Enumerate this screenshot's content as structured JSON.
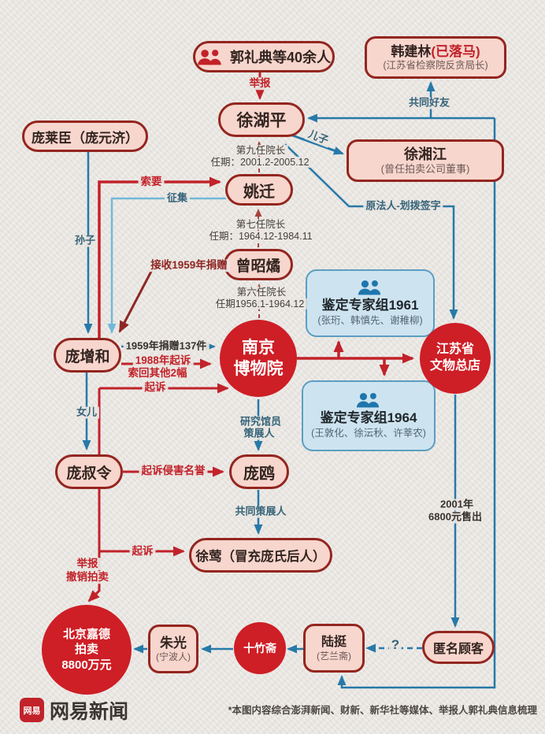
{
  "nodes": {
    "guolidian": {
      "label": "郭礼典等40余人"
    },
    "hanjianlin": {
      "name": "韩建林",
      "status": "(已落马)",
      "subtitle": "(江苏省检察院反贪局长)"
    },
    "panglaichen": {
      "label": "庞莱臣（庞元济）"
    },
    "xuhuping": {
      "label": "徐湖平"
    },
    "xuxiangjiang": {
      "name": "徐湘江",
      "subtitle": "(曾任拍卖公司董事)"
    },
    "yaoqian": {
      "label": "姚迁"
    },
    "zengzhaoyu": {
      "label": "曾昭燏"
    },
    "expert1961": {
      "title": "鉴定专家组1961",
      "members": "(张珩、韩慎先、谢稚柳)"
    },
    "expert1964": {
      "title": "鉴定专家组1964",
      "members": "(王敦化、徐沄秋、许莘农)"
    },
    "museum": {
      "line1": "南京",
      "line2": "博物院"
    },
    "store": {
      "line1": "江苏省",
      "line2": "文物总店"
    },
    "pangzenghe": {
      "label": "庞增和"
    },
    "pangshuling": {
      "label": "庞叔令"
    },
    "pangou": {
      "label": "庞鸥"
    },
    "xuying": {
      "label": "徐莺（冒充庞氏后人）"
    },
    "jiade": {
      "line1": "北京嘉德",
      "line2": "拍卖",
      "line3": "8800万元"
    },
    "zhuguang": {
      "name": "朱光",
      "subtitle": "(宁波人)"
    },
    "shizhuzhai": {
      "label": "十竹斋"
    },
    "luting": {
      "name": "陆挺",
      "subtitle": "(艺兰斋)"
    },
    "anonymous": {
      "label": "匿名顾客"
    }
  },
  "labels": {
    "jubao_top": "举报",
    "gongtonghaoyou": "共同好友",
    "erzi": "儿子",
    "dean9_title": "第九任院长",
    "dean9_term": "任期：2001.2-2005.12",
    "suoyao": "索要",
    "zhengji": "征集",
    "yuanfaren": "原法人-划拨签字",
    "dean7_title": "第七任院长",
    "dean7_term": "任期：1964.12-1984.11",
    "jieshou": "接收1959年捐赠",
    "dean6_title": "第六任院长",
    "dean6_term": "任期1956.1-1964.12",
    "sunzi": "孙子",
    "juanzeng137": "1959年捐赠137件",
    "qisu1988": "1988年起诉",
    "suohui": "索回其他2幅",
    "qisu_museum": "起诉",
    "nver": "女儿",
    "qisu_qinhai": "起诉侵害名誉",
    "yanjiu": "研究馆员",
    "cezhanren": "策展人",
    "gongtong_cezhan": "共同策展人",
    "qisu_xuying": "起诉",
    "jubao_bottom": "举报",
    "chexiao": "撤销拍卖",
    "sale_year": "2001年",
    "sale_price": "6800元售出",
    "question": "?"
  },
  "footer": {
    "logo_text": "网易",
    "brand": "网易新闻",
    "note": "*本图内容综合澎湃新闻、财新、新华社等媒体、举报人郭礼典信息梳理"
  },
  "colors": {
    "red": "#c2222a",
    "dark_red": "#8f2724",
    "dashed_red": "#a8423c",
    "blue": "#2779a8",
    "light_blue": "#74b8d8",
    "pill_fill": "#f7d6ce",
    "pill_border": "#93261f",
    "expert_fill": "#cde4f0",
    "expert_border": "#5b9ec2",
    "circle_red": "#ce1e26",
    "paper": "#e9e6e2"
  }
}
